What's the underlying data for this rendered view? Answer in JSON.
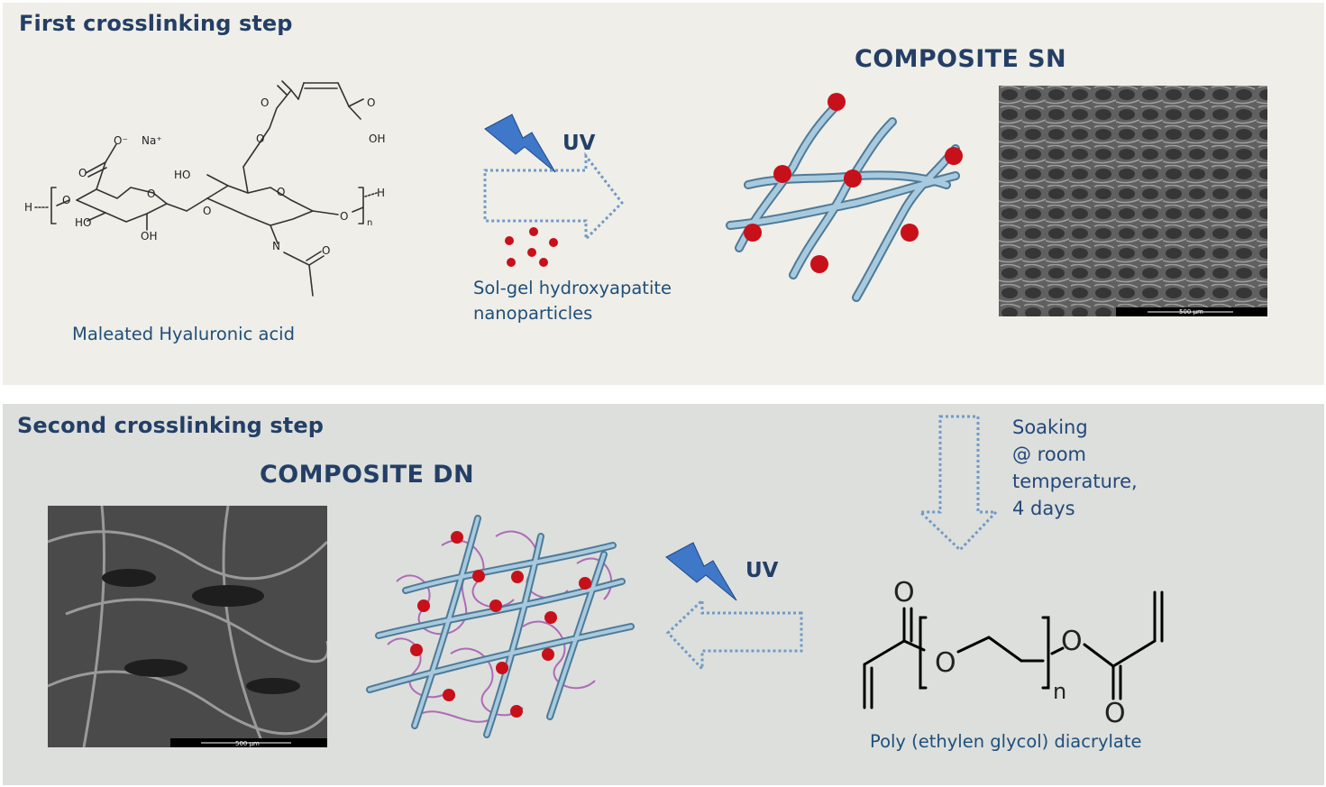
{
  "top_panel": {
    "title": "First crosslinking step",
    "composite_label": "COMPOSITE SN",
    "uv_label": "UV",
    "molecule_caption": "Maleated Hyaluronic acid",
    "nanoparticle_caption_line1": "Sol-gel hydroxyapatite",
    "nanoparticle_caption_line2": "nanoparticles",
    "sem_scale": "500 μm",
    "chem_labels": {
      "o_minus": "O⁻",
      "na_plus": "Na⁺",
      "o": "O",
      "oh": "OH",
      "ho": "HO",
      "h": "H",
      "n_sub": "n",
      "n_atom": "N"
    }
  },
  "bottom_panel": {
    "title": "Second crosslinking step",
    "composite_label": "COMPOSITE DN",
    "uv_label": "UV",
    "soaking_line1": "Soaking",
    "soaking_line2": "@ room",
    "soaking_line3": "temperature,",
    "soaking_line4": "4 days",
    "peg_caption": "Poly (ethylen glycol) diacrylate",
    "sem_scale": "500 μm",
    "chem_labels": {
      "o": "O",
      "n_sub": "n"
    }
  },
  "colors": {
    "title_blue": "#243f66",
    "fiber_blue": "#7fa9c4",
    "particle_red": "#c8101a",
    "network_pink": "#b06ab8",
    "arrow_blue": "#6f9bc8",
    "lightning_blue": "#3f78c8"
  }
}
